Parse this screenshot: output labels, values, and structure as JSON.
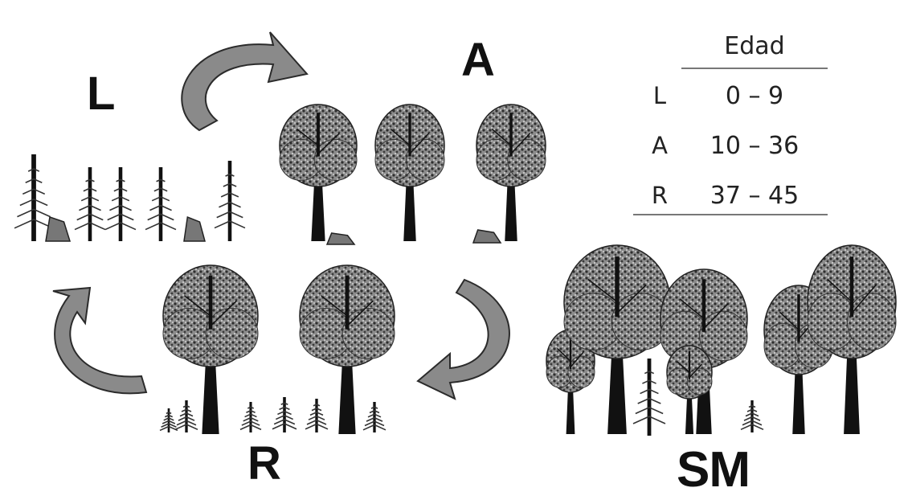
{
  "stages": {
    "L": "L",
    "A": "A",
    "R": "R",
    "SM": "SM"
  },
  "age_table": {
    "header": "Edad",
    "rows": [
      {
        "code": "L",
        "range": "0 – 9"
      },
      {
        "code": "A",
        "range": "10 – 36"
      },
      {
        "code": "R",
        "range": "37 – 45"
      }
    ]
  },
  "colors": {
    "arrow_fill": "#8a8a8a",
    "arrow_stroke": "#2b2b2b",
    "foliage": "#6f6f6f",
    "trunk": "#111111"
  }
}
